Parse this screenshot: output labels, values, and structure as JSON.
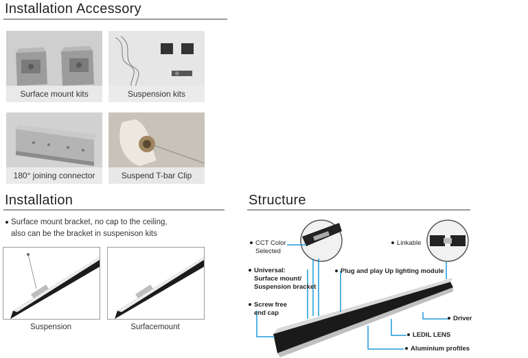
{
  "accessory": {
    "title": "Installation Accessory",
    "items": [
      {
        "caption": "Surface mount kits"
      },
      {
        "caption": "Suspension kits"
      },
      {
        "caption": "180° joining connector"
      },
      {
        "caption": "Suspend T-bar Clip"
      }
    ]
  },
  "installation": {
    "title": "Installation",
    "bullet_line1": "Surface mount bracket, no cap to the ceiling,",
    "bullet_line2": "also can be the bracket in suspenison kits",
    "labels": [
      "Suspension",
      "Surfacemount"
    ]
  },
  "structure": {
    "title": "Structure",
    "callouts": {
      "cct_line1": "CCT Color",
      "cct_line2": "Selected",
      "linkable": "Linkable",
      "universal_line1": "Universal:",
      "universal_line2": "Surface mount/",
      "universal_line3": "Suspension bracket",
      "plug": "Plug and play Up lighting module",
      "screw_line1": "Screw free",
      "screw_line2": "end cap",
      "driver": "Driver",
      "lens": "LEDIL LENS",
      "profiles": "Aluminium profiles"
    },
    "line_color": "#1a9bd7"
  }
}
